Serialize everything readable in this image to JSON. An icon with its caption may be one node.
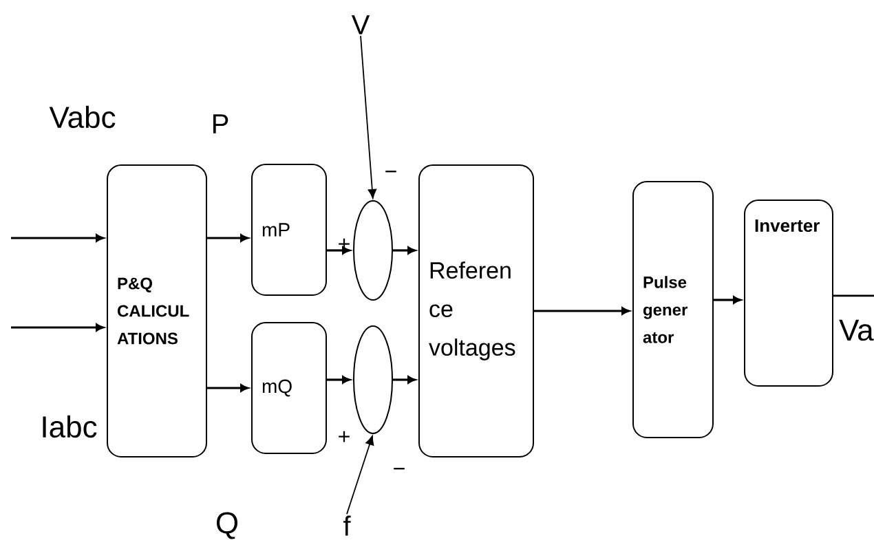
{
  "diagram": {
    "nodes": [
      {
        "text": [
          "P&Q CALICUL ATIONS"
        ]
      },
      {
        "text": [
          "mP"
        ]
      },
      {
        "text": [
          "mQ"
        ]
      },
      {
        "text": [],
        "shape": "circle"
      },
      {
        "text": [],
        "shape": "circle"
      },
      {
        "text": [
          "Referen ce voltages"
        ]
      },
      {
        "text": [
          "Pulse gener ator"
        ]
      },
      {
        "text": [
          "Inverter"
        ]
      },
      {
        "text": [
          "V"
        ]
      },
      {
        "text": [
          "f"
        ]
      }
    ],
    "edges": [
      {
        "from": null,
        "to": 0,
        "arrow": "to"
      },
      {
        "from": null,
        "to": 0,
        "arrow": "to"
      },
      {
        "from": 0,
        "to": 1,
        "arrow": "to"
      },
      {
        "from": 0,
        "to": 2,
        "arrow": "to"
      },
      {
        "from": 1,
        "to": 3,
        "arrow": "to"
      },
      {
        "from": 2,
        "to": 4,
        "arrow": "to"
      },
      {
        "from": 8,
        "to": 3,
        "arrow": "to"
      },
      {
        "from": 9,
        "to": 4,
        "arrow": "to"
      },
      {
        "from": 3,
        "to": 5,
        "arrow": "to"
      },
      {
        "from": 4,
        "to": 5,
        "arrow": "to"
      },
      {
        "from": 5,
        "to": 6,
        "arrow": "to"
      },
      {
        "from": 6,
        "to": 7,
        "arrow": "to"
      },
      {
        "from": 7,
        "to": null,
        "arrow": "none"
      }
    ],
    "labels": [
      "Vabc",
      "P",
      "−",
      "+",
      "Va",
      "Iabc",
      "+",
      "−",
      "Q"
    ]
  }
}
